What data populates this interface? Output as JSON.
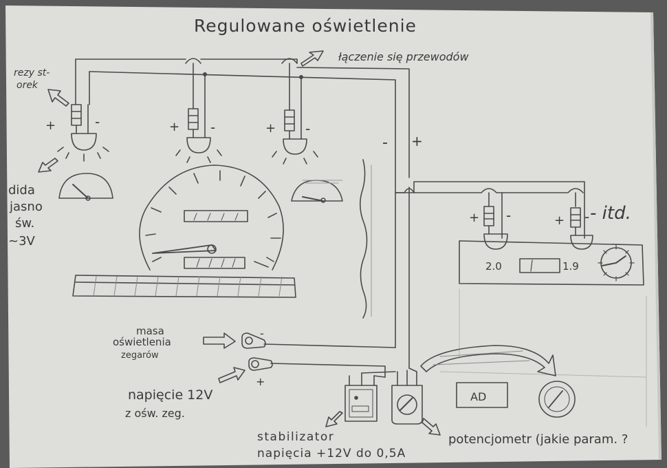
{
  "title": "Regulowane oświetlenie",
  "labels": {
    "resistor_top": "rezy st-",
    "resistor_bottom": "orek",
    "junction": "łączenie się przewodów",
    "diode_1": "dida",
    "diode_2": "jasno",
    "diode_3": "św.",
    "diode_4": "~3V",
    "ground_1": "masa",
    "ground_2": "oświetlenia",
    "ground_3": "zegarów",
    "voltage_1": "napięcie 12V",
    "voltage_2": "z ośw. zeg.",
    "stabilizer_1": "stabilizator",
    "stabilizer_2": "napięcia +12V do 0,5A",
    "potentiometer": "potencjometr (jakie param. ?",
    "etc": "- itd.",
    "minus_wire": "-",
    "plus_wire": "+"
  },
  "lamps": [
    {
      "plus": "+",
      "minus": "-"
    },
    {
      "plus": "+",
      "minus": "-"
    },
    {
      "plus": "+",
      "minus": "-"
    },
    {
      "plus": "+",
      "minus": "-"
    },
    {
      "plus": "+",
      "minus": "-"
    }
  ],
  "terminals": {
    "ground_sign": "-",
    "positive_sign": "+"
  },
  "display": {
    "left_value": "2.0",
    "right_value": "1.9",
    "ac_label": "AD"
  },
  "colors": {
    "paper": "#dcdcd8",
    "pencil": "#4a4a4a",
    "background": "#5a5a5a"
  }
}
